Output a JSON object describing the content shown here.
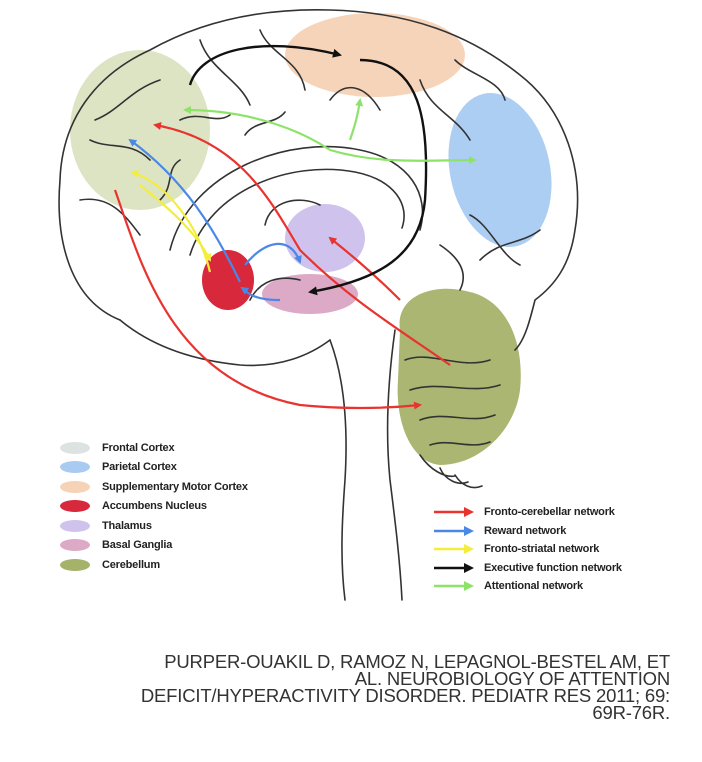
{
  "regions_legend": [
    {
      "label": "Frontal Cortex",
      "color": "#dde3e0"
    },
    {
      "label": "Parietal Cortex",
      "color": "#a9cbf2"
    },
    {
      "label": "Supplementary Motor Cortex",
      "color": "#f6d2b6"
    },
    {
      "label": "Accumbens Nucleus",
      "color": "#d8283c"
    },
    {
      "label": "Thalamus",
      "color": "#cfc3ee"
    },
    {
      "label": "Basal Ganglia",
      "color": "#dcaac6"
    },
    {
      "label": "Cerebellum",
      "color": "#a5b26a"
    }
  ],
  "networks_legend": [
    {
      "label": "Fronto-cerebellar network",
      "color": "#e8332f"
    },
    {
      "label": "Reward network",
      "color": "#4a88e8"
    },
    {
      "label": "Fronto-striatal network",
      "color": "#f3ee3c"
    },
    {
      "label": "Executive function network",
      "color": "#111111"
    },
    {
      "label": "Attentional network",
      "color": "#8de36a"
    }
  ],
  "citation": {
    "line1": "Purper-Ouakil D, Ramoz N, Lepagnol-Bestel AM, et",
    "line2": "al. Neurobiology of attention",
    "line3": "deficit/hyperactivity disorder. Pediatr Res 2011; 69:",
    "line4": "69R-76R."
  }
}
